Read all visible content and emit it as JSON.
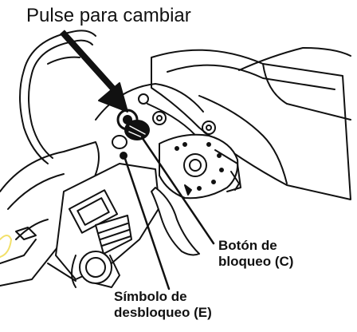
{
  "title": "Pulse para cambiar",
  "callouts": {
    "lock_button": {
      "line1": "Botón de",
      "line2": "bloqueo (C)"
    },
    "unlock_symbol": {
      "line1": "Símbolo de",
      "line2": "desbloqueo (E)"
    }
  },
  "colors": {
    "ink": "#111111",
    "background": "#ffffff",
    "accent_yellow": "#f2e06a"
  }
}
